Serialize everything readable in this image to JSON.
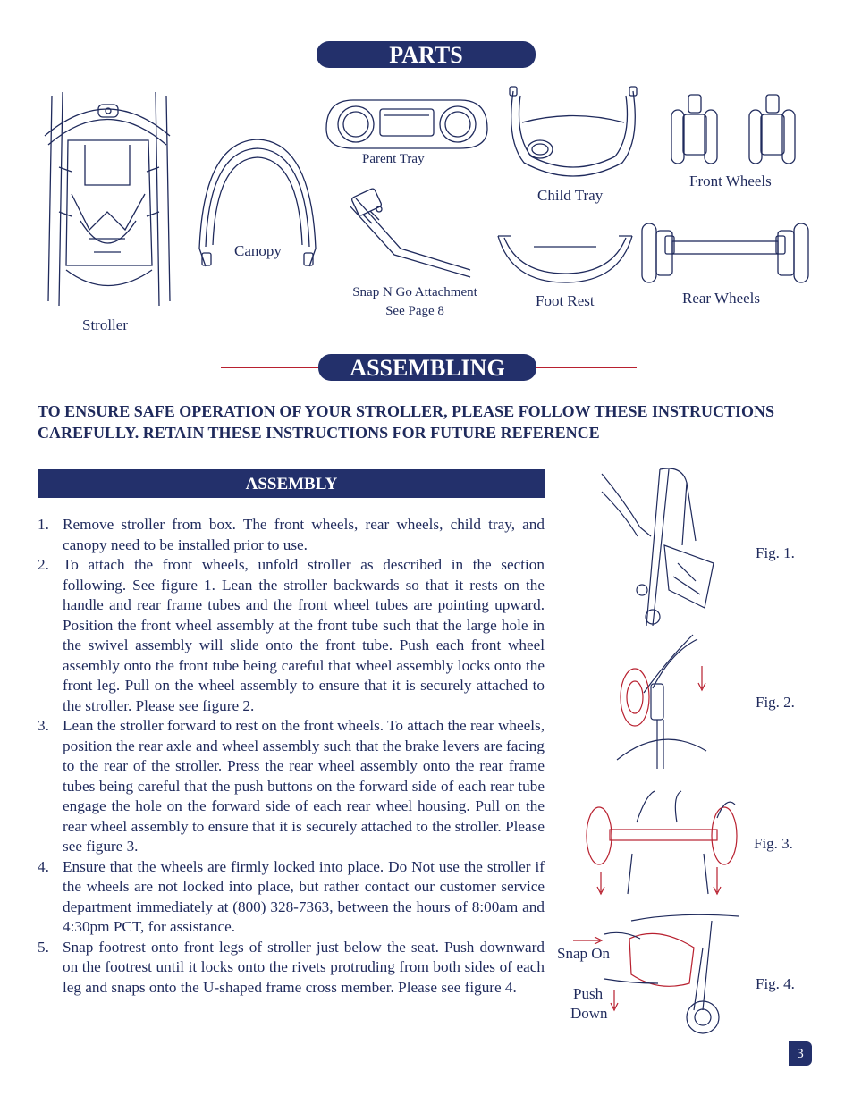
{
  "parts": {
    "title": "PARTS",
    "labels": {
      "stroller": "Stroller",
      "canopy": "Canopy",
      "parent_tray": "Parent Tray",
      "snap_n_go_line1": "Snap N Go Attachment",
      "snap_n_go_line2": "See Page 8",
      "child_tray": "Child Tray",
      "foot_rest": "Foot Rest",
      "front_wheels": "Front Wheels",
      "rear_wheels": "Rear Wheels"
    }
  },
  "assembling": {
    "title": "ASSEMBLING",
    "warning": "TO ENSURE SAFE OPERATION OF YOUR STROLLER, PLEASE FOLLOW THESE INSTRUCTIONS CAREFULLY. RETAIN THESE INSTRUCTIONS FOR FUTURE REFERENCE"
  },
  "assembly": {
    "heading": "ASSEMBLY",
    "steps": [
      {
        "num": "1.",
        "text": "Remove stroller from box. The front wheels, rear wheels, child tray,  and canopy need to be installed prior to use."
      },
      {
        "num": "2.",
        "text": "To attach the front wheels, unfold stroller as described in the section following.  See figure 1.  Lean the stroller backwards so that it rests on the handle and rear frame tubes and the front wheel tubes are pointing upward.  Position the front wheel assembly at the front tube such that the large hole in the swivel assembly will slide onto the front tube.  Push each front wheel assembly onto the front tube being careful that wheel assembly locks onto the front leg.  Pull on the wheel assembly to ensure that it is securely attached to the stroller.  Please see figure 2."
      },
      {
        "num": "3.",
        "text": "Lean the stroller forward to rest on the front wheels.  To attach the rear wheels, position the rear axle and wheel assembly such that the brake levers are facing to the rear of the stroller.  Press the rear wheel assembly onto the rear frame tubes being careful that the push buttons on the forward side of each rear tube engage the hole on the forward side of each rear wheel housing.  Pull on the rear wheel assembly to ensure that it is securely attached to the stroller.  Please see figure 3."
      },
      {
        "num": "4.",
        "text": "Ensure that the wheels are firmly locked into place. Do Not use the stroller if the wheels are not locked into place, but rather contact our customer service department immediately at (800) 328-7363, between the hours of 8:00am and 4:30pm PCT, for assistance."
      },
      {
        "num": "5.",
        "text": "Snap footrest onto front legs of stroller just below the seat.  Push downward on the footrest until it locks onto the rivets protruding from both sides of each leg and snaps onto the U-shaped frame cross member. Please see figure 4."
      }
    ]
  },
  "figures": {
    "fig1": "Fig. 1.",
    "fig2": "Fig. 2.",
    "fig3": "Fig. 3.",
    "fig4": "Fig. 4.",
    "snap_on": "Snap On",
    "push": "Push",
    "down": "Down"
  },
  "page_number": "3",
  "colors": {
    "navy": "#23306b",
    "text": "#1f2a5c",
    "red": "#b8202f"
  }
}
